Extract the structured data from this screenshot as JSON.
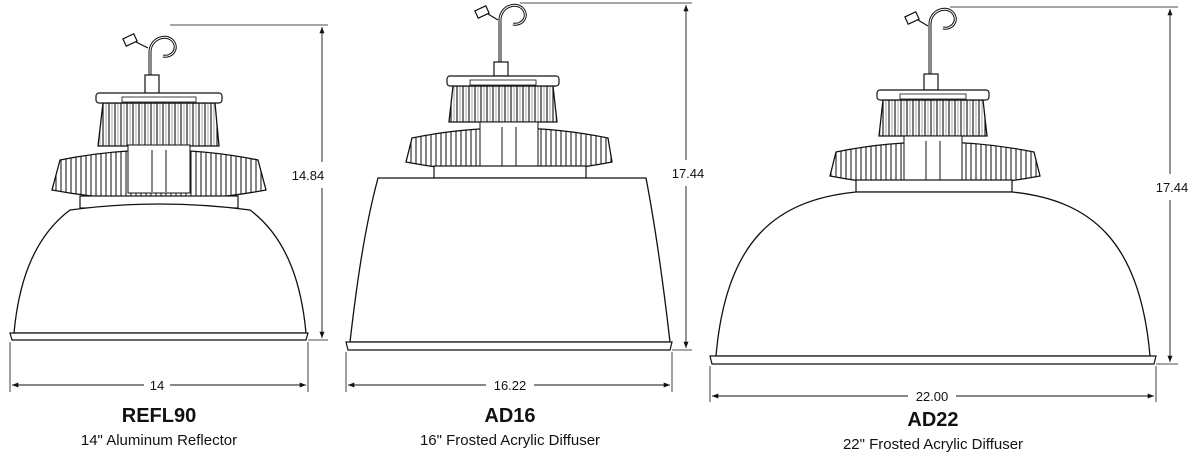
{
  "fixtures": [
    {
      "model": "REFL90",
      "description": "14\" Aluminum Reflector",
      "width_label": "14",
      "height_label": "14.84"
    },
    {
      "model": "AD16",
      "description": "16\" Frosted Acrylic Diffuser",
      "width_label": "16.22",
      "height_label": "17.44"
    },
    {
      "model": "AD22",
      "description": "22\" Frosted Acrylic Diffuser",
      "width_label": "22.00",
      "height_label": "17.44"
    }
  ]
}
